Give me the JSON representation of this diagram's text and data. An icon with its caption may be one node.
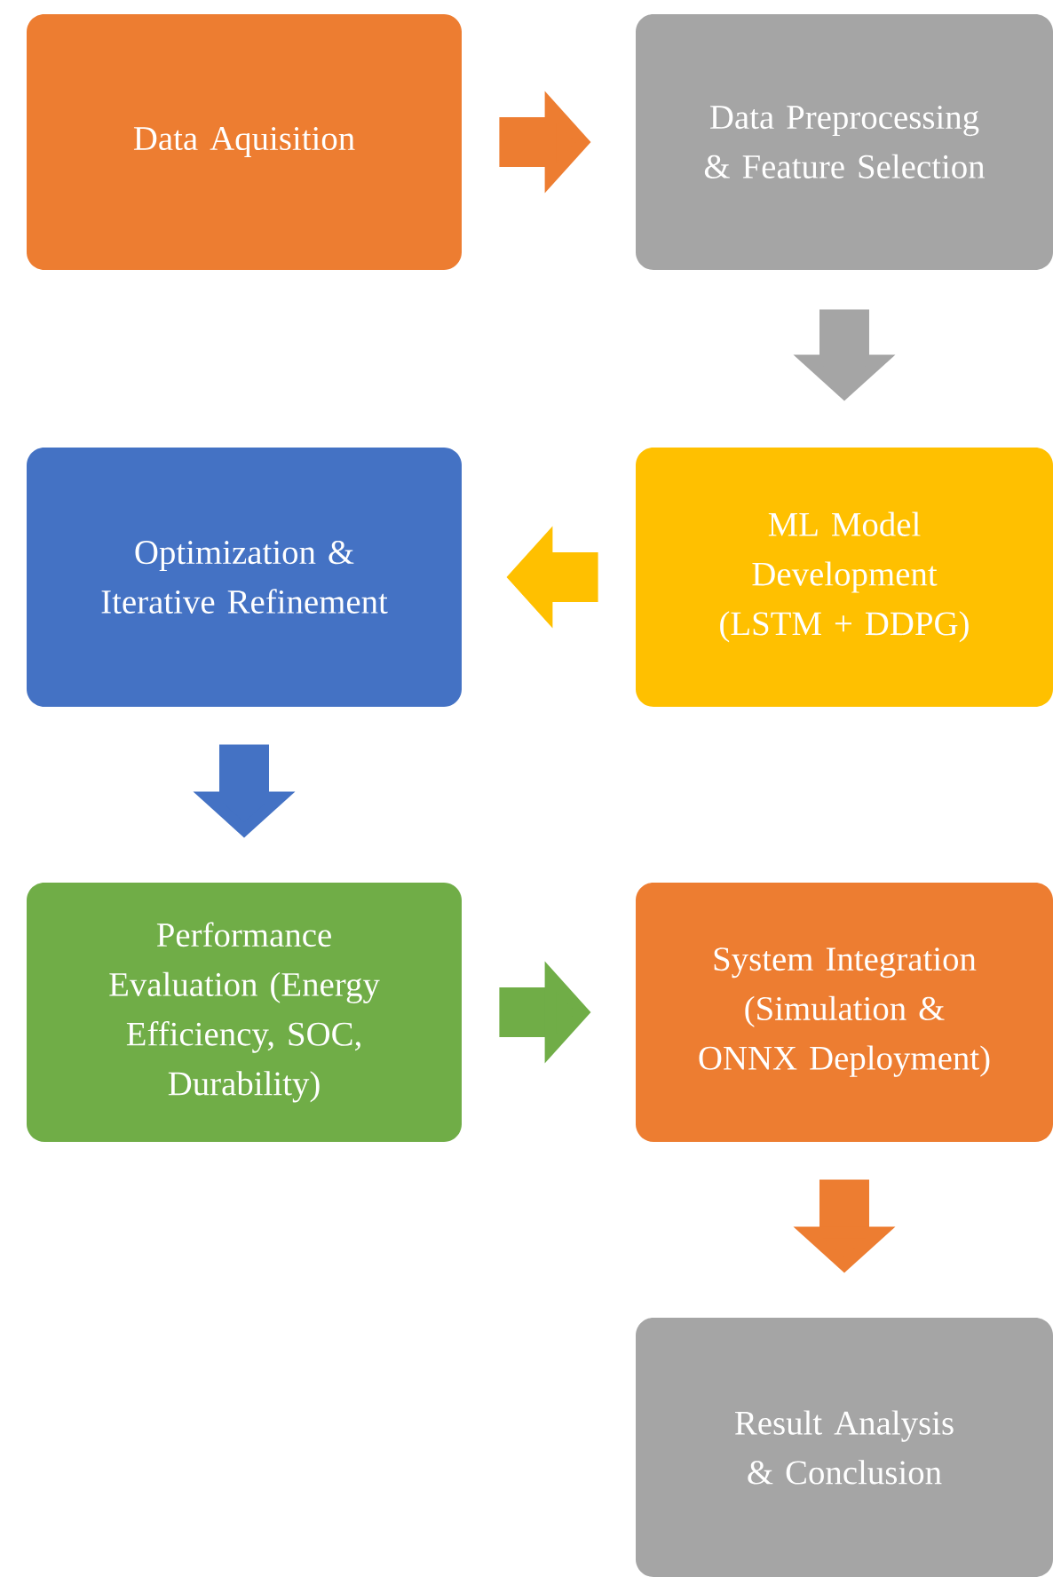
{
  "diagram": {
    "nodes": [
      {
        "text": [
          "Data Aquisition"
        ]
      },
      {
        "text": [
          "Data Preprocessing & Feature Selection"
        ]
      },
      {
        "text": [
          "ML Model Development (LSTM + DDPG)"
        ]
      },
      {
        "text": [
          "Optimization & Iterative Refinement"
        ]
      },
      {
        "text": [
          "Performance Evaluation (Energy Efficiency, SOC, Durability)"
        ]
      },
      {
        "text": [
          "System Integration (Simulation & ONNX Deployment)"
        ]
      },
      {
        "text": [
          "Result Analysis & Conclusion"
        ]
      }
    ],
    "edges": [
      {
        "from": 0,
        "to": 1,
        "arrow": "to",
        "color": "#ed7d31"
      },
      {
        "from": 1,
        "to": 2,
        "arrow": "to",
        "color": "#a5a5a5"
      },
      {
        "from": 2,
        "to": 3,
        "arrow": "to",
        "color": "#ffc000"
      },
      {
        "from": 3,
        "to": 4,
        "arrow": "to",
        "color": "#4472c4"
      },
      {
        "from": 4,
        "to": 5,
        "arrow": "to",
        "color": "#70ad47"
      },
      {
        "from": 5,
        "to": 6,
        "arrow": "to",
        "color": "#ed7d31"
      }
    ]
  }
}
